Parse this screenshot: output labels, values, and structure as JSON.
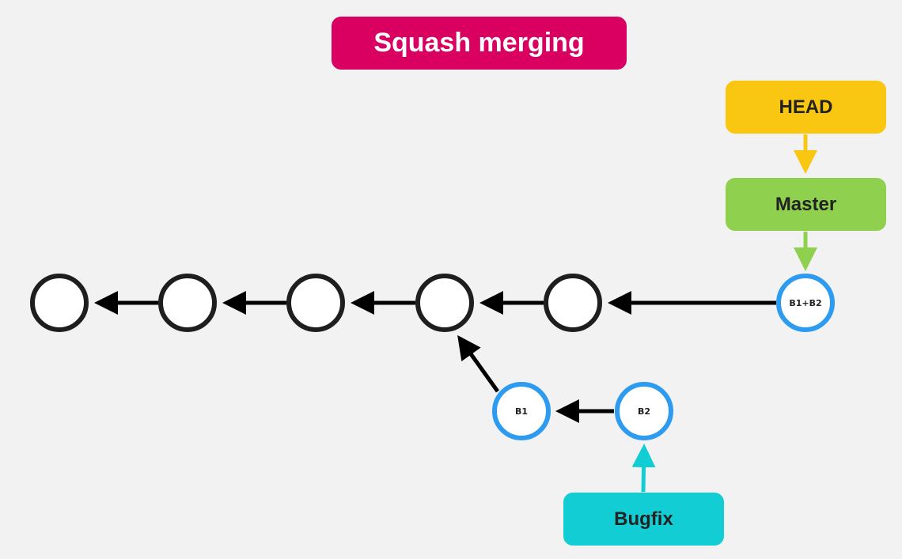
{
  "title": "Squash merging",
  "refs": {
    "head": "HEAD",
    "master": "Master",
    "bugfix": "Bugfix"
  },
  "commits": {
    "main": [
      "",
      "",
      "",
      "",
      ""
    ],
    "squashed": "B1+B2",
    "branch": [
      "B1",
      "B2"
    ]
  },
  "colors": {
    "title_bg": "#d90062",
    "head": "#f9c712",
    "master": "#8fd14f",
    "bugfix": "#12cdd4",
    "branch_commit_border": "#2d9bf0",
    "main_commit_border": "#1e1e1e"
  }
}
